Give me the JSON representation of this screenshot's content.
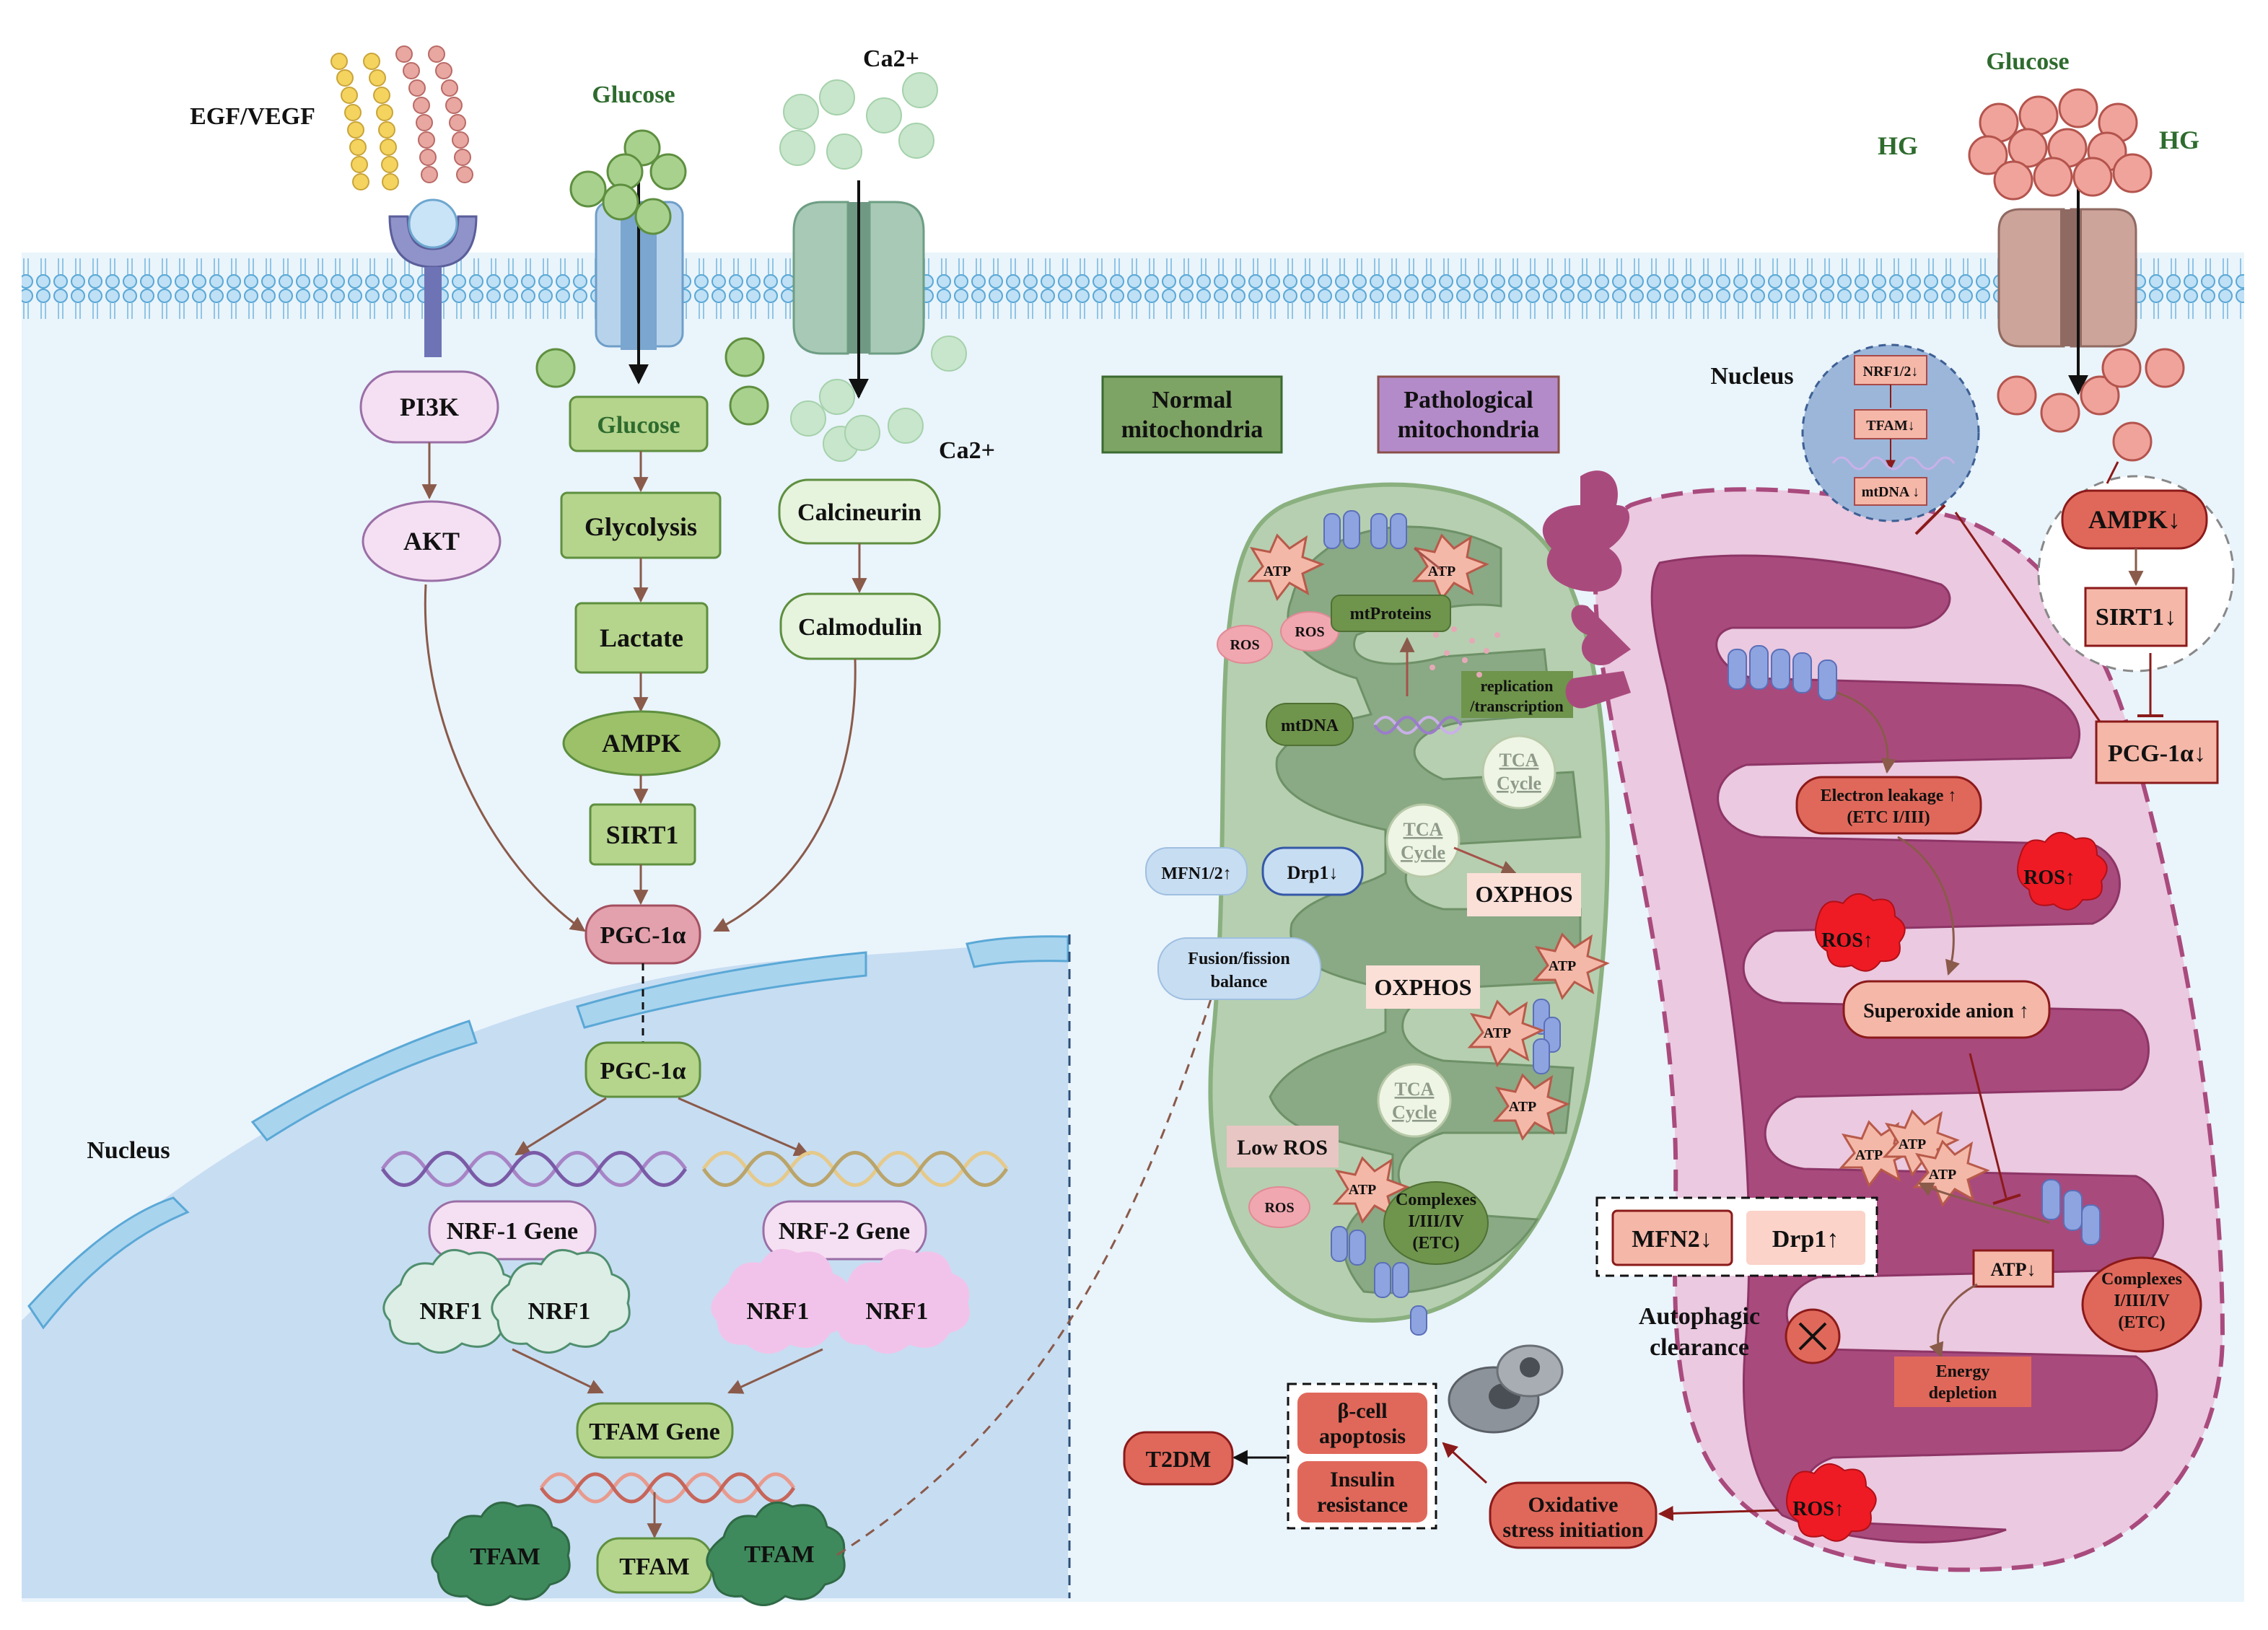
{
  "membrane": {
    "egf_label": "EGF/VEGF",
    "glucose_top": "Glucose",
    "ca_top": "Ca2+",
    "ca_right": "Ca2+",
    "glucose_right": "Glucose",
    "hg_left": "HG",
    "hg_right": "HG"
  },
  "signaling": {
    "pi3k": "PI3K",
    "akt": "AKT",
    "glucose": "Glucose",
    "glycolysis": "Glycolysis",
    "lactate": "Lactate",
    "ampk": "AMPK",
    "sirt1": "SIRT1",
    "pgc1a": "PGC-1α",
    "calcineurin": "Calcineurin",
    "calmodulin": "Calmodulin"
  },
  "nucleus": {
    "label": "Nucleus",
    "pgc1a": "PGC-1α",
    "nrf1_gene": "NRF-1 Gene",
    "nrf2_gene": "NRF-2 Gene",
    "nrf1_a": "NRF1",
    "nrf1_b": "NRF1",
    "nrf1_c": "NRF1",
    "nrf1_d": "NRF1",
    "tfam_gene": "TFAM Gene",
    "tfam_left": "TFAM",
    "tfam_center": "TFAM",
    "tfam_right": "TFAM"
  },
  "legend": {
    "normal_l1": "Normal",
    "normal_l2": "mitochondria",
    "patho_l1": "Pathological",
    "patho_l2": "mitochondria"
  },
  "normal_mito": {
    "atp": "ATP",
    "ros": "ROS",
    "mtproteins": "mtProteins",
    "replication_l1": "replication",
    "replication_l2": "/transcription",
    "mtdna": "mtDNA",
    "tca_l1": "TCA",
    "tca_l2": "Cycle",
    "oxphos": "OXPHOS",
    "low_ros": "Low ROS",
    "complexes_l1": "Complexes",
    "complexes_l2": "I/III/IV",
    "complexes_l3": "(ETC)",
    "mfn": "MFN1/2↑",
    "drp1": "Drp1↓",
    "fusion_l1": "Fusion/fission",
    "fusion_l2": "balance"
  },
  "patho": {
    "nucleus_label": "Nucleus",
    "nrf12": "NRF1/2↓",
    "tfam": "TFAM↓",
    "mtdna": "mtDNA ↓",
    "ampk": "AMPK↓",
    "sirt1": "SIRT1↓",
    "pcg1a": "PCG-1α↓",
    "electron_l1": "Electron leakage ↑",
    "electron_l2": "(ETC I/III)",
    "ros_up": "ROS↑",
    "superoxide": "Superoxide anion ↑",
    "atp": "ATP",
    "atp_down": "ATP↓",
    "complexes_l1": "Complexes",
    "complexes_l2": "I/III/IV",
    "complexes_l3": "(ETC)",
    "mfn2": "MFN2↓",
    "drp1": "Drp1↑",
    "autophagic_l1": "Autophagic",
    "autophagic_l2": "clearance",
    "energy_l1": "Energy",
    "energy_l2": "depletion",
    "oxidative_l1": "Oxidative",
    "oxidative_l2": "stress initiation",
    "beta_l1": "β-cell",
    "beta_l2": "apoptosis",
    "insulin_l1": "Insulin",
    "insulin_l2": "resistance",
    "t2dm": "T2DM"
  },
  "colors": {
    "cytoplasm": "#eaf4fb",
    "nucleus": "#c7ddf2",
    "green_box": "#b5d48c",
    "pink_box": "#f1dcf0",
    "red_box": "#e0685a",
    "salmon_box": "#f5b7a8",
    "mito_normal": "#a8c4a3",
    "mito_patho": "#a94a7d"
  }
}
